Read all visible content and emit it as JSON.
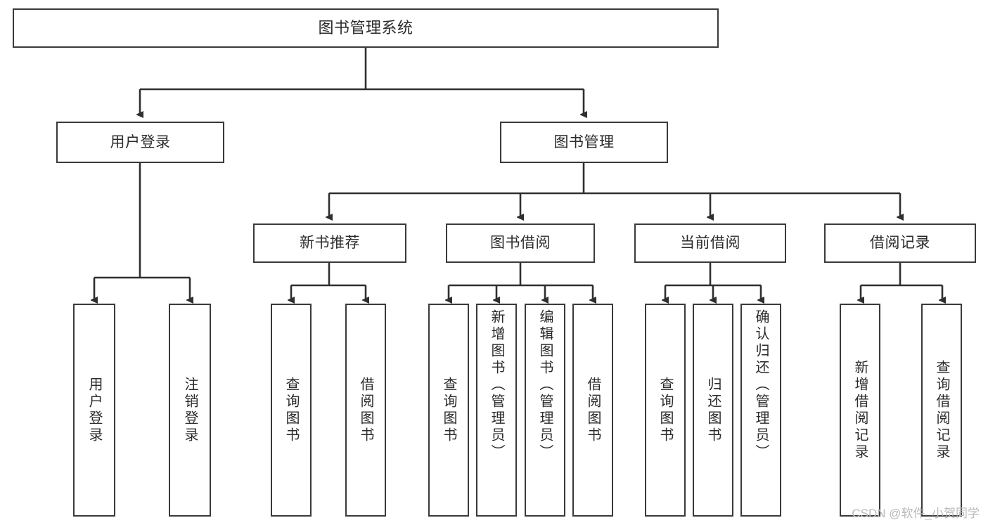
{
  "diagram": {
    "title": "图书管理系统",
    "type": "tree",
    "orientation": "top-down",
    "box_border_color": "#3a3a3a",
    "box_fill_color": "#ffffff",
    "text_color": "#2b2b2b",
    "edge_color": "#2f2f2f"
  },
  "nodes": {
    "root": {
      "label": "图书管理系统",
      "level": 0
    },
    "level1": [
      {
        "id": "user-login",
        "label": "用户登录",
        "level": 1
      },
      {
        "id": "book-manage",
        "label": "图书管理",
        "level": 1
      }
    ],
    "level2": [
      {
        "id": "new-book-recommend",
        "label": "新书推荐",
        "level": 2
      },
      {
        "id": "book-borrow",
        "label": "图书借阅",
        "level": 2
      },
      {
        "id": "current-borrow",
        "label": "当前借阅",
        "level": 2
      },
      {
        "id": "borrow-record",
        "label": "借阅记录",
        "level": 2
      }
    ],
    "leaves": {
      "user-login": [
        {
          "id": "leaf-user-login",
          "label": "用户登录"
        },
        {
          "id": "leaf-user-logout",
          "label": "注销登录"
        }
      ],
      "new-book-recommend": [
        {
          "id": "leaf-query-book-1",
          "label": "查询图书"
        },
        {
          "id": "leaf-borrow-book-1",
          "label": "借阅图书"
        }
      ],
      "book-borrow": [
        {
          "id": "leaf-query-book-2",
          "label": "查询图书"
        },
        {
          "id": "leaf-add-book-admin",
          "label": "新增图书（管理员）"
        },
        {
          "id": "leaf-edit-book-admin",
          "label": "编辑图书（管理员）"
        },
        {
          "id": "leaf-borrow-book-2",
          "label": "借阅图书"
        }
      ],
      "current-borrow": [
        {
          "id": "leaf-query-book-3",
          "label": "查询图书"
        },
        {
          "id": "leaf-return-book",
          "label": "归还图书"
        },
        {
          "id": "leaf-confirm-return-admin",
          "label": "确认归还（管理员）"
        }
      ],
      "borrow-record": [
        {
          "id": "leaf-add-borrow-record",
          "label": "新增借阅记录"
        },
        {
          "id": "leaf-query-borrow-record",
          "label": "查询借阅记录"
        }
      ]
    }
  },
  "watermark": {
    "text": "CSDN @软件_小贺同学"
  }
}
